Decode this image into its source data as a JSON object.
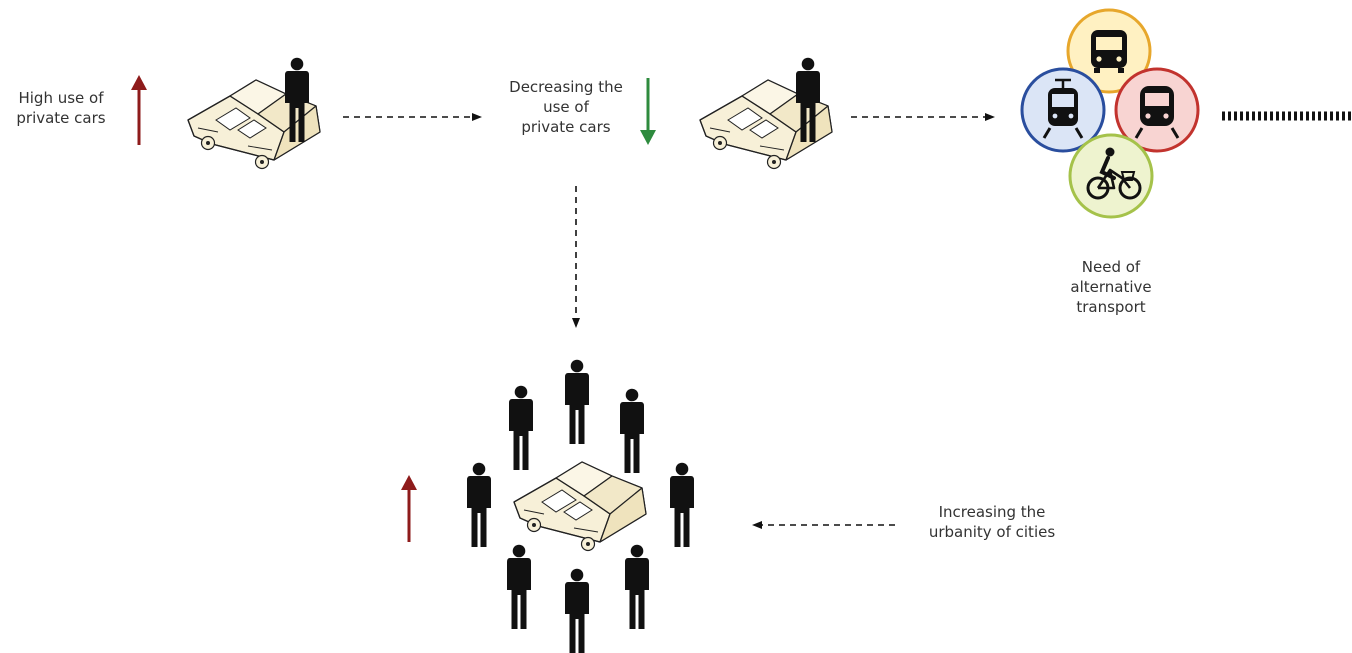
{
  "colors": {
    "up_arrow": "#8e1b1b",
    "down_arrow": "#2e8b3e",
    "car_body": "#f7f0d8",
    "car_outline": "#222222",
    "person": "#111111",
    "dash": "#111111",
    "bus_ring": "#e7a72c",
    "bus_fill": "#fff1c2",
    "tram_ring": "#2a4e9e",
    "tram_fill": "#dbe5f6",
    "train_ring": "#c2332e",
    "train_fill": "#f8d4d2",
    "bike_ring": "#a5c24a",
    "bike_fill": "#eef3cf"
  },
  "labels": {
    "high_use": [
      "High use of",
      "private cars"
    ],
    "decreasing": [
      "Decreasing the",
      "use of",
      "private cars"
    ],
    "alternative": [
      "Need of",
      "alternative",
      "transport"
    ],
    "urbanity": [
      "Increasing the",
      "urbanity of cities"
    ]
  },
  "icons": {
    "bus": "bus-icon",
    "tram": "tram-icon",
    "train": "train-icon",
    "bike": "bicycle-icon",
    "car": "car-icon",
    "person": "person-icon"
  }
}
